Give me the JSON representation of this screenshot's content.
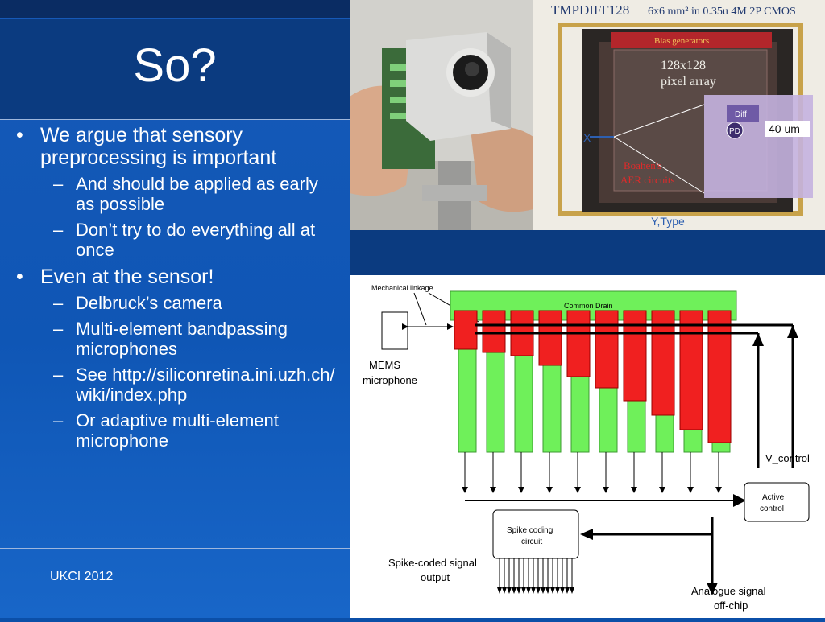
{
  "slide": {
    "title": "So?",
    "bullets": [
      {
        "text": "We argue that sensory preprocessing is important",
        "subs": [
          "And should be applied as early as possible",
          "Don’t try to do everything all at once"
        ]
      },
      {
        "text": "Even at the sensor!",
        "subs": [
          "Delbruck’s camera",
          "Multi-element bandpassing microphones",
          "See http://siliconretina.ini.uzh.ch/wiki/index.php",
          "Or adaptive multi-element microphone"
        ]
      }
    ],
    "footer": "UKCI 2012"
  },
  "chip_image": {
    "heading": "TMPDIFF128",
    "spec": "6x6 mm² in 0.35u 4M 2P CMOS",
    "bias": "Bias generators",
    "array_line1": "128x128",
    "array_line2": "pixel array",
    "size": "40 um",
    "pd": "PD",
    "diff": "Diff",
    "x_label": "X",
    "y_label": "Y,Type",
    "aer_line1": "Boahen's",
    "aer_line2": "AER circuits"
  },
  "diagram": {
    "mechanical_linkage": "Mechanical linkage",
    "common_drain": "Common Drain",
    "mems_line1": "MEMS",
    "mems_line2": "microphone",
    "v_control": "V_control",
    "active_line1": "Active",
    "active_line2": "control",
    "spike_line1": "Spike coding",
    "spike_line2": "circuit",
    "output_line1": "Spike-coded signal",
    "output_line2": "output",
    "analogue_line1": "Analogue signal",
    "analogue_line2": "off-chip"
  }
}
